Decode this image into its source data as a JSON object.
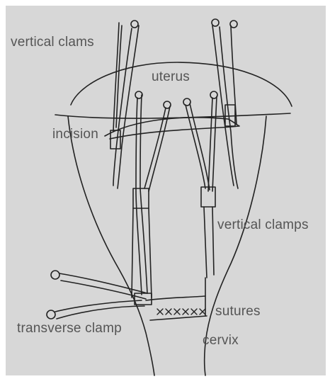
{
  "labels": {
    "vertical_clams": "vertical clams",
    "uterus": "uterus",
    "incision": "incision",
    "vertical_clamps": "vertical clamps",
    "sutures": "sutures",
    "transverse_clamp": "transverse clamp",
    "cervix": "cervix"
  },
  "colors": {
    "paper": "#d7d7d7",
    "ink": "#222222",
    "label": "#555555",
    "background": "#ffffff"
  }
}
